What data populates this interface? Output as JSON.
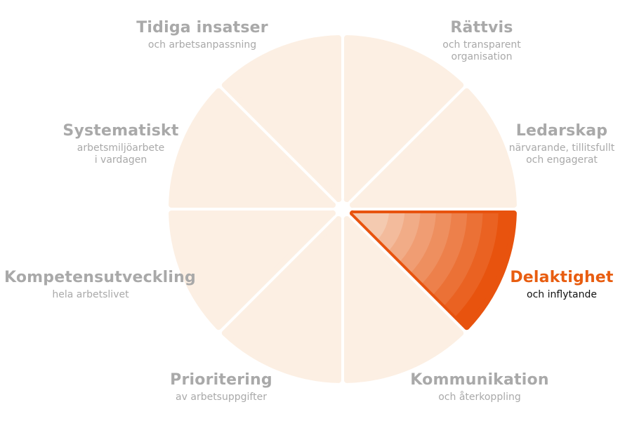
{
  "colors": {
    "inactive_segment": "#fcefe3",
    "active_start": "#f6d9c4",
    "active_end": "#e8530e",
    "inactive_text": "#a9a9a9",
    "active_title": "#e85d10",
    "active_sub": "#111111"
  },
  "segments": [
    {
      "key": "tidiga",
      "title": "Tidiga insatser",
      "sub": [
        "och arbetsanpassning"
      ],
      "active": false
    },
    {
      "key": "rattvis",
      "title": "Rättvis",
      "sub": [
        "och transparent",
        "organisation"
      ],
      "active": false
    },
    {
      "key": "ledarskap",
      "title": "Ledarskap",
      "sub": [
        "närvarande, tillitsfullt",
        "och engagerat"
      ],
      "active": false
    },
    {
      "key": "delaktighet",
      "title": "Delaktighet",
      "sub": [
        "och inflytande"
      ],
      "active": true
    },
    {
      "key": "kommunikation",
      "title": "Kommunikation",
      "sub": [
        "och återkoppling"
      ],
      "active": false
    },
    {
      "key": "prioritering",
      "title": "Prioritering",
      "sub": [
        "av arbetsuppgifter"
      ],
      "active": false
    },
    {
      "key": "kompetens",
      "title": "Kompetensutveckling",
      "sub": [
        "hela arbetslivet"
      ],
      "active": false
    },
    {
      "key": "systematiskt",
      "title": "Systematiskt",
      "sub": [
        "arbetsmiljöarbete",
        "i vardagen"
      ],
      "active": false
    }
  ]
}
